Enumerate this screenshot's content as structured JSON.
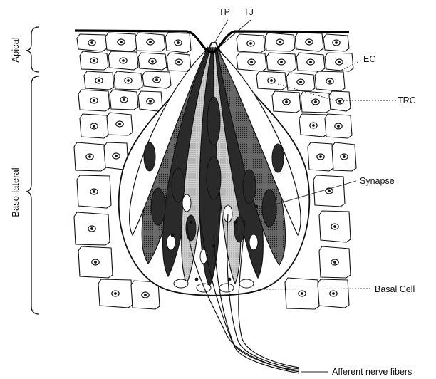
{
  "labels": {
    "tp": "TP",
    "tj": "TJ",
    "ec": "EC",
    "trc": "TRC",
    "synapse": "Synapse",
    "basal_cell": "Basal Cell",
    "afferent": "Afferent nerve fibers",
    "apical": "Apical",
    "baso_lateral": "Baso-lateral"
  },
  "colors": {
    "ink": "#111111",
    "dark_cell": "#2a2a2a",
    "gray_cell": "#8a8a8a",
    "light_cell": "#d0d0d0",
    "background": "#ffffff"
  }
}
